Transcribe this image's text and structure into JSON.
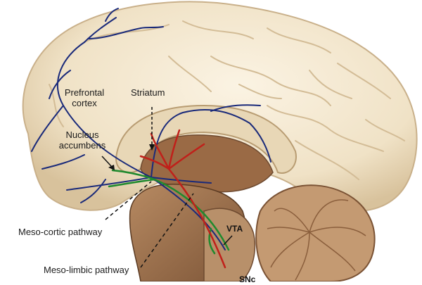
{
  "labels": {
    "prefrontal_line1": "Prefrontal",
    "prefrontal_line2": "cortex",
    "striatum": "Striatum",
    "nucleus_line1": "Nucleus",
    "nucleus_line2": "accumbens",
    "mesocortic": "Meso-cortic pathway",
    "mesolimbic": "Meso-limbic pathway",
    "vta": "VTA",
    "snc": "SNc"
  },
  "colors": {
    "cortex_fill": "#f2e6cf",
    "cortex_shadow": "#d9c6a2",
    "brainstem_fill": "#a57a55",
    "brainstem_dark": "#6e4a30",
    "cerebellum_fill": "#c49a72",
    "mesocortical_pathway": "#1a2a7a",
    "mesolimbic_pathway": "#1f8a2e",
    "nigrostriatal_pathway": "#c0201a"
  }
}
